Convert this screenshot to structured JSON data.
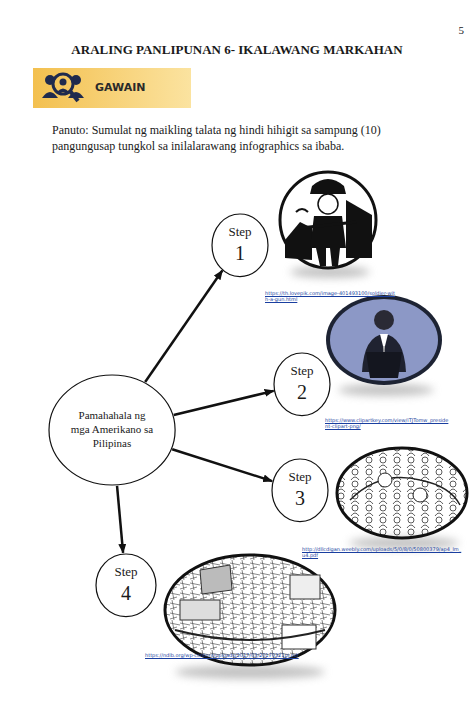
{
  "diagram": {
    "title": "ARALING PANLIPUNAN 6- IKALAWANG MARKAHAN",
    "nodes": [
      {
        "text": [
          "GAWAIN"
        ]
      },
      {
        "text": [
          "Step",
          "1"
        ]
      },
      {
        "text": [
          "Step",
          "2"
        ]
      },
      {
        "text": [
          "Pamahahala ng mga Amerikano sa Pilipinas"
        ]
      },
      {
        "text": [
          "Step",
          "3"
        ]
      },
      {
        "text": [
          "Step",
          "4"
        ]
      }
    ],
    "edges": [
      {
        "from": 3,
        "to": 1,
        "arrow": "to"
      },
      {
        "from": 3,
        "to": 2,
        "arrow": "to"
      },
      {
        "from": 3,
        "to": 4,
        "arrow": "to"
      },
      {
        "from": 3,
        "to": 5,
        "arrow": "to"
      }
    ],
    "labels": [
      "5",
      "Panuto: Sumulat ng maikling talata ng hindi hihigit sa sampung (10) pangungusap tungkol sa inilalarawang infographics sa ibaba.",
      "https://th.lovepik.com/image-401493100/soldier-with-a-gun.html",
      "https://www.clipartkey.com/view/iTJTomw_president-clipart-png/",
      "http://dllcdigan.weebly.com/uploads/5/0/8/0/50800379/ap4_lm_u4.pdf",
      "https://ndlb.org/wp-content/uploads/2017/03/20170321pi.pdf"
    ]
  }
}
